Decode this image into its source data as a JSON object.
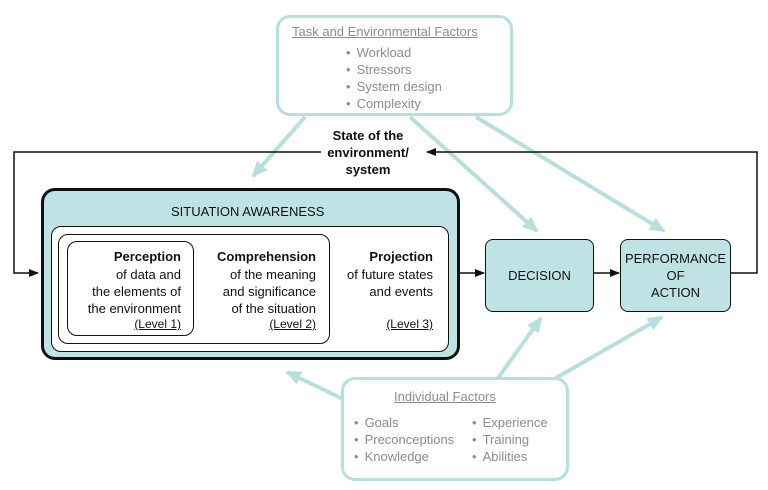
{
  "task_factors": {
    "title": "Task and Environmental Factors",
    "items": [
      "Workload",
      "Stressors",
      "System design",
      "Complexity"
    ]
  },
  "environment_label": [
    "State of the",
    "environment/",
    "system"
  ],
  "situation_awareness": {
    "title": "SITUATION AWARENESS",
    "perception": {
      "heading": "Perception",
      "lines": [
        "of data and",
        "the elements of",
        "the environment"
      ],
      "level": "(Level 1)"
    },
    "comprehension": {
      "heading": "Comprehension",
      "lines": [
        "of the meaning",
        "and significance",
        "of the situation"
      ],
      "level": "(Level 2)"
    },
    "projection": {
      "heading": "Projection",
      "lines": [
        "of future states",
        "and events"
      ],
      "level": "(Level 3)"
    }
  },
  "decision": {
    "label": "DECISION"
  },
  "performance": {
    "lines": [
      "PERFORMANCE",
      "OF",
      "ACTION"
    ]
  },
  "individual_factors": {
    "title": "Individual Factors",
    "left_items": [
      "Goals",
      "Preconceptions",
      "Knowledge"
    ],
    "right_items": [
      "Experience",
      "Training",
      "Abilities"
    ]
  },
  "colors": {
    "accent_fill": "#bfe2e4",
    "accent_border": "#b7dfe0",
    "muted_text": "#8c8c8c"
  }
}
